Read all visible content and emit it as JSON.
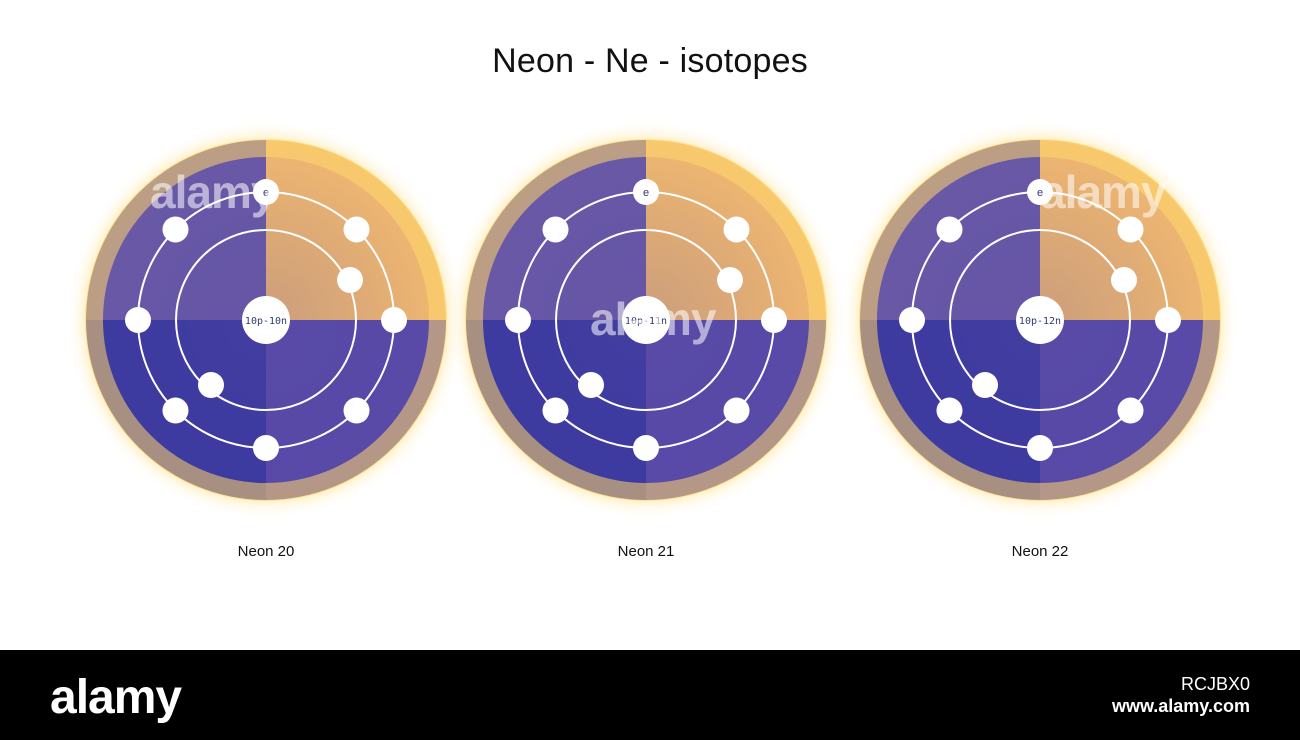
{
  "title": "Neon - Ne - isotopes",
  "atoms": [
    {
      "name": "Neon 20",
      "nucleus": "10p-10n"
    },
    {
      "name": "Neon 21",
      "nucleus": "10p-11n"
    },
    {
      "name": "Neon 22",
      "nucleus": "10p-12n"
    }
  ],
  "electron_label": "e",
  "watermark_text": "alamy",
  "footer": {
    "logo": "alamy",
    "image_id": "RCJBX0",
    "url": "www.alamy.com"
  },
  "colors": {
    "glow": "#ffd76a",
    "indigo": "#3d3aa0",
    "orange": "#f1b870",
    "electron": "#ffffff",
    "orbit": "#ffffff"
  }
}
